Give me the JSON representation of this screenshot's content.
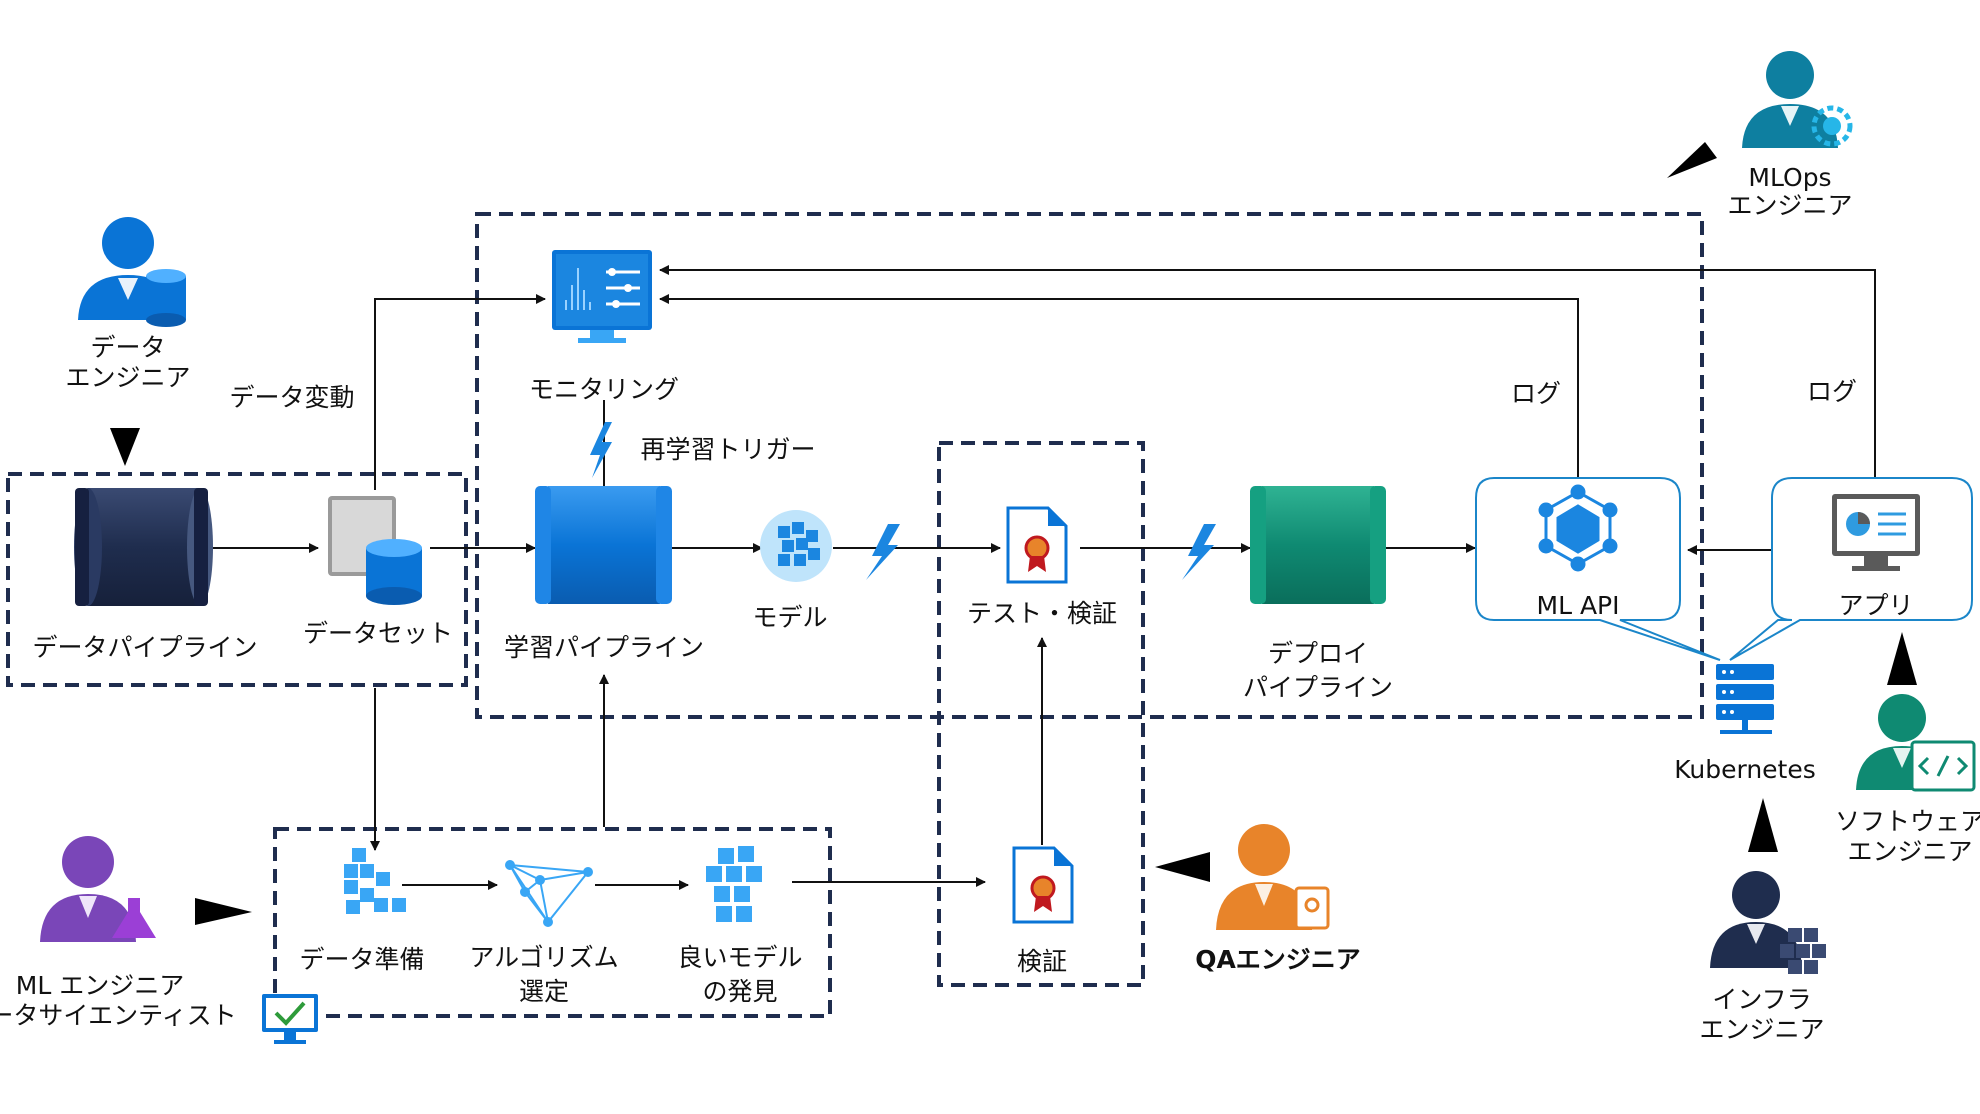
{
  "roles": {
    "data_engineer": [
      "データ",
      "エンジニア"
    ],
    "mlops_engineer": [
      "MLOps",
      "エンジニア"
    ],
    "ml_engineer": [
      "ML エンジニア",
      "データサイエンティスト"
    ],
    "qa_engineer": "QAエンジニア",
    "infra_engineer": [
      "インフラ",
      "エンジニア"
    ],
    "software_engineer": [
      "ソフトウェア",
      "エンジニア"
    ]
  },
  "nodes": {
    "data_pipeline": "データパイプライン",
    "dataset": "データセット",
    "monitoring": "モニタリング",
    "training_pipeline": "学習パイプライン",
    "model": "モデル",
    "test_validation": "テスト・検証",
    "deploy_pipeline": [
      "デプロイ",
      "パイプライン"
    ],
    "ml_api": "ML API",
    "app": "アプリ",
    "kubernetes": "Kubernetes",
    "data_prep": "データ準備",
    "algorithm_selection": [
      "アルゴリズム",
      "選定"
    ],
    "good_model": [
      "良いモデル",
      "の発見"
    ],
    "validation": "検証"
  },
  "edge_labels": {
    "data_drift": "データ変動",
    "retrain_trigger": "再学習トリガー",
    "log_api": "ログ",
    "log_app": "ログ"
  },
  "icons": [
    "person-icon",
    "database-icon",
    "gear-icon",
    "flask-icon",
    "certificate-icon",
    "code-icon",
    "cubes-icon",
    "monitor-icon",
    "lightning-icon",
    "server-icon"
  ],
  "colors": {
    "dashed_border": "#1f2d4e",
    "azure_blue": "#0078d4",
    "teal": "#0f8a72",
    "navy_pipe": "#1f2d4e",
    "purple": "#7a46b8",
    "orange": "#e8842a",
    "bubble_border": "#1b86c9"
  }
}
